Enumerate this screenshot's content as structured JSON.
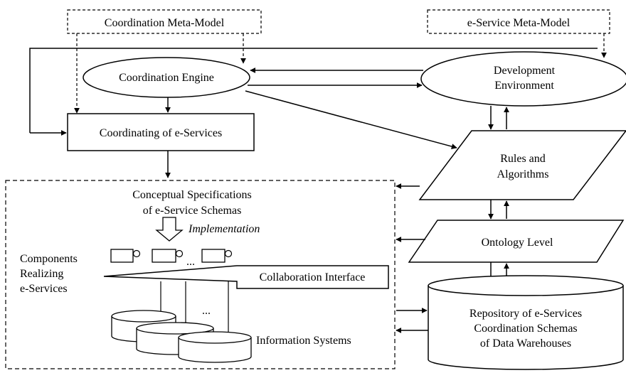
{
  "meta_models": {
    "coordination": "Coordination Meta-Model",
    "eservice": "e-Service Meta-Model"
  },
  "nodes": {
    "coordination_engine": "Coordination Engine",
    "development_environment": [
      "Development",
      "Environment"
    ],
    "coordinating_eservices": "Coordinating of e-Services",
    "rules_algorithms": [
      "Rules and",
      "Algorithms"
    ],
    "ontology_level": "Ontology Level",
    "repository": [
      "Repository of e-Services",
      "Coordination Schemas",
      "of Data Warehouses"
    ]
  },
  "implementation_area": {
    "conceptual_spec": [
      "Conceptual Specifications",
      "of e-Service Schemas"
    ],
    "implementation": "Implementation",
    "components": [
      "Components",
      "Realizing",
      "e-Services"
    ],
    "ellipsis": "...",
    "collaboration_interface": "Collaboration Interface",
    "information_systems": "Information Systems"
  }
}
